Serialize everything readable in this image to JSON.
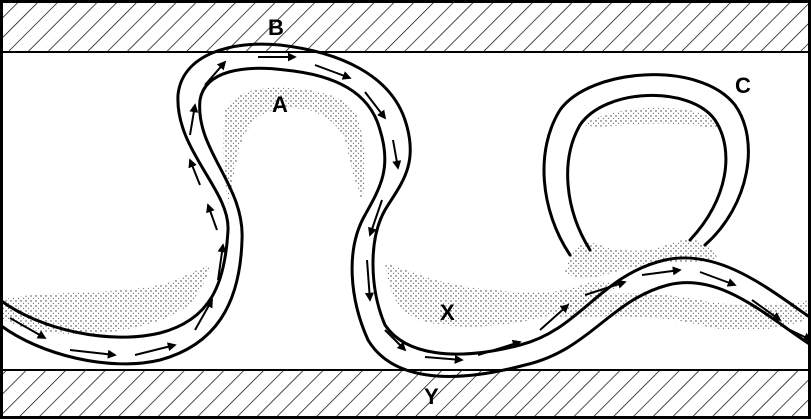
{
  "labels": {
    "a": "A",
    "b": "B",
    "c": "C",
    "x": "X",
    "y": "Y"
  },
  "colors": {
    "ink": "#000000",
    "background": "#ffffff",
    "deposit": "#9a9a9a"
  }
}
